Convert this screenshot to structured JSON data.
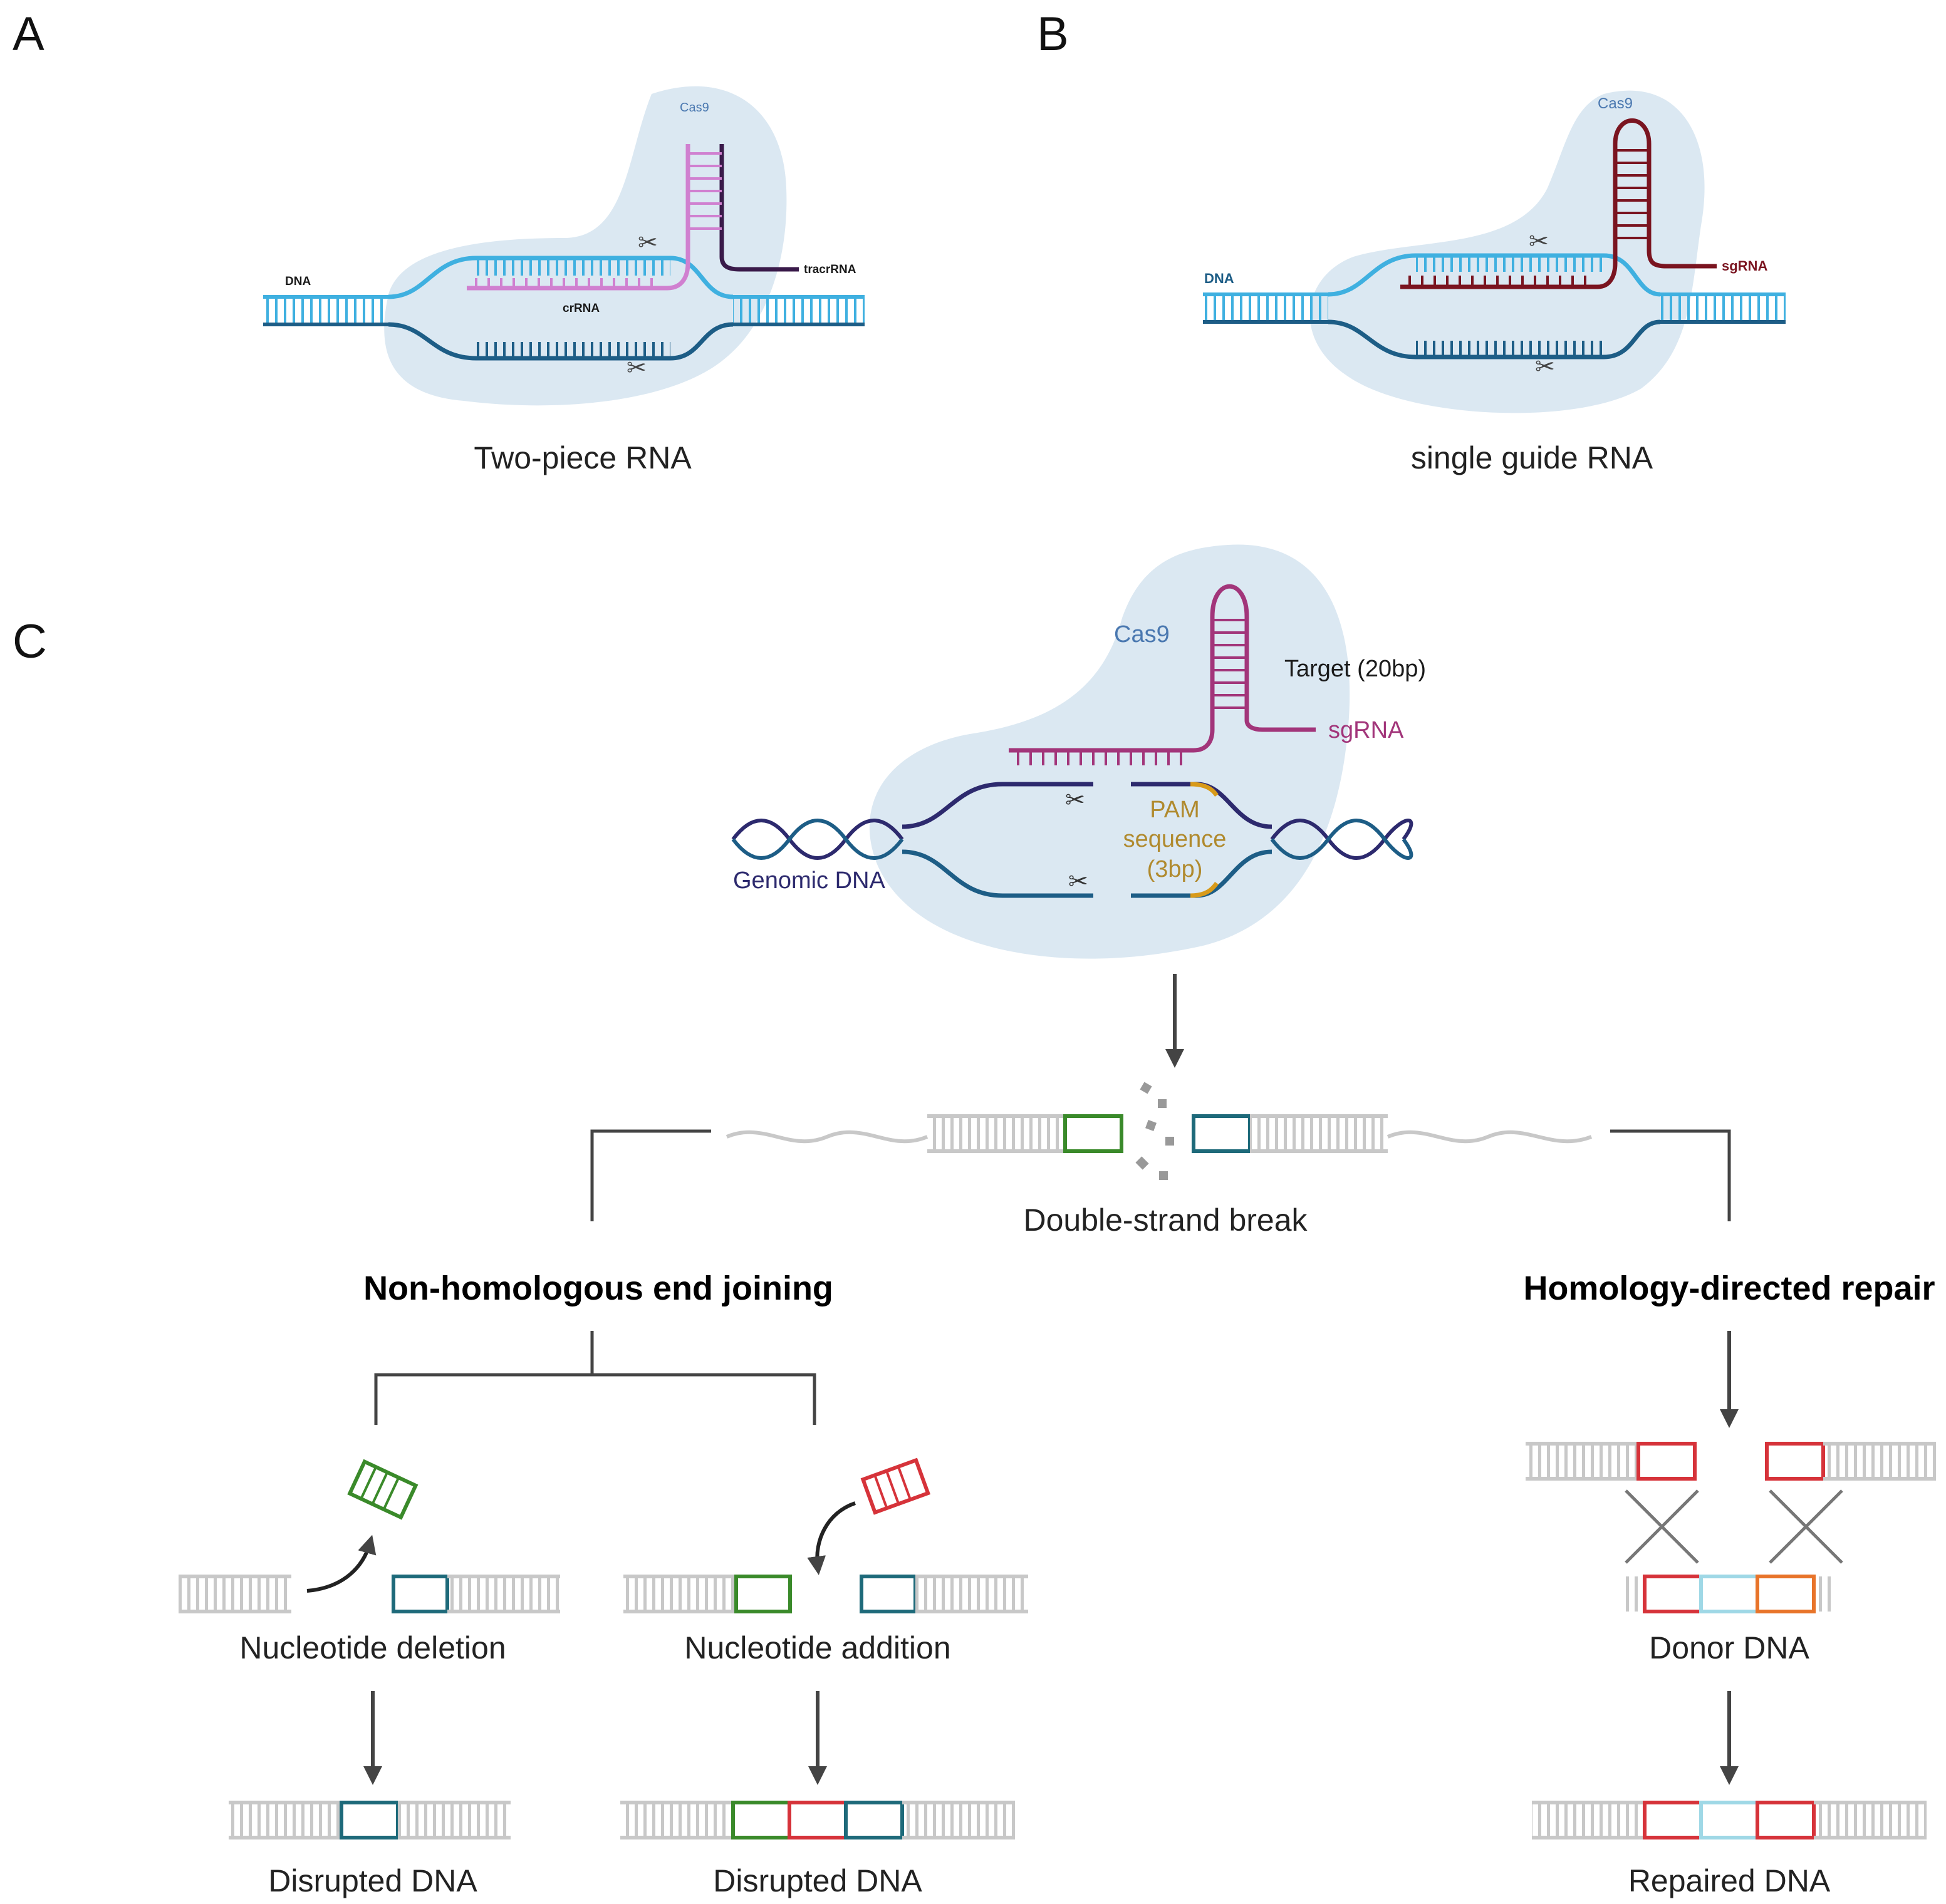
{
  "panels": {
    "a": {
      "letter": "A",
      "caption": "Two-piece RNA",
      "labels": {
        "cas9": "Cas9",
        "dna": "DNA",
        "crrna": "crRNA",
        "tracrrna": "tracrRNA"
      }
    },
    "b": {
      "letter": "B",
      "caption": "single guide RNA",
      "labels": {
        "cas9": "Cas9",
        "dna": "DNA",
        "sgrna": "sgRNA"
      }
    },
    "c": {
      "letter": "C",
      "labels": {
        "cas9": "Cas9",
        "target": "Target (20bp)",
        "sgrna": "sgRNA",
        "pam_line1": "PAM",
        "pam_line2": "sequence",
        "pam_line3": "(3bp)",
        "genomic_dna": "Genomic DNA"
      },
      "double_strand_break": "Double-strand break",
      "nhej": {
        "title": "Non-homologous end joining",
        "deletion": "Nucleotide deletion",
        "addition": "Nucleotide addition",
        "result_left": "Disrupted DNA",
        "result_right": "Disrupted DNA"
      },
      "hdr": {
        "title": "Homology-directed repair",
        "donor": "Donor DNA",
        "result": "Repaired DNA"
      }
    }
  },
  "colors": {
    "cas9_blob": "#dbe8f2",
    "dna_light": "#3fb0e0",
    "dna_dark": "#1d5d86",
    "crrna": "#d080d0",
    "tracrrna": "#3a1a4a",
    "sgrna_dark": "#7a1420",
    "sgrna_c": "#a2357a",
    "pam": "#d89a1a",
    "pam_text": "#b08a2e",
    "genomic_dna": "#2d2a6e",
    "cas9_text": "#4a78b0",
    "gray_dna": "#bdbdbd",
    "green": "#3a8a2a",
    "teal": "#1e6a7a",
    "red": "#d6333a",
    "cyan": "#9fd8e6",
    "orange": "#e8742a",
    "arrow": "#444444"
  }
}
